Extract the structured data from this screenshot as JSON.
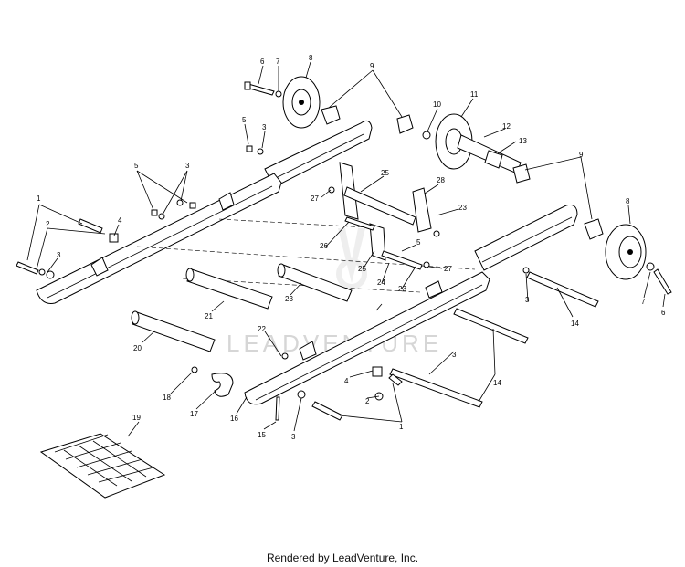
{
  "diagram": {
    "callouts": [
      "1",
      "2",
      "3",
      "4",
      "5",
      "6",
      "7",
      "8",
      "9",
      "10",
      "11",
      "12",
      "13",
      "14",
      "15",
      "16",
      "17",
      "18",
      "19",
      "20",
      "21",
      "22",
      "23",
      "24",
      "25",
      "26",
      "27",
      "28"
    ],
    "watermark": "LEADVENTURE",
    "footer": "Rendered by LeadVenture, Inc."
  },
  "colors": {
    "line": "#000000",
    "watermark": "#d6d6d6",
    "background": "#ffffff"
  }
}
